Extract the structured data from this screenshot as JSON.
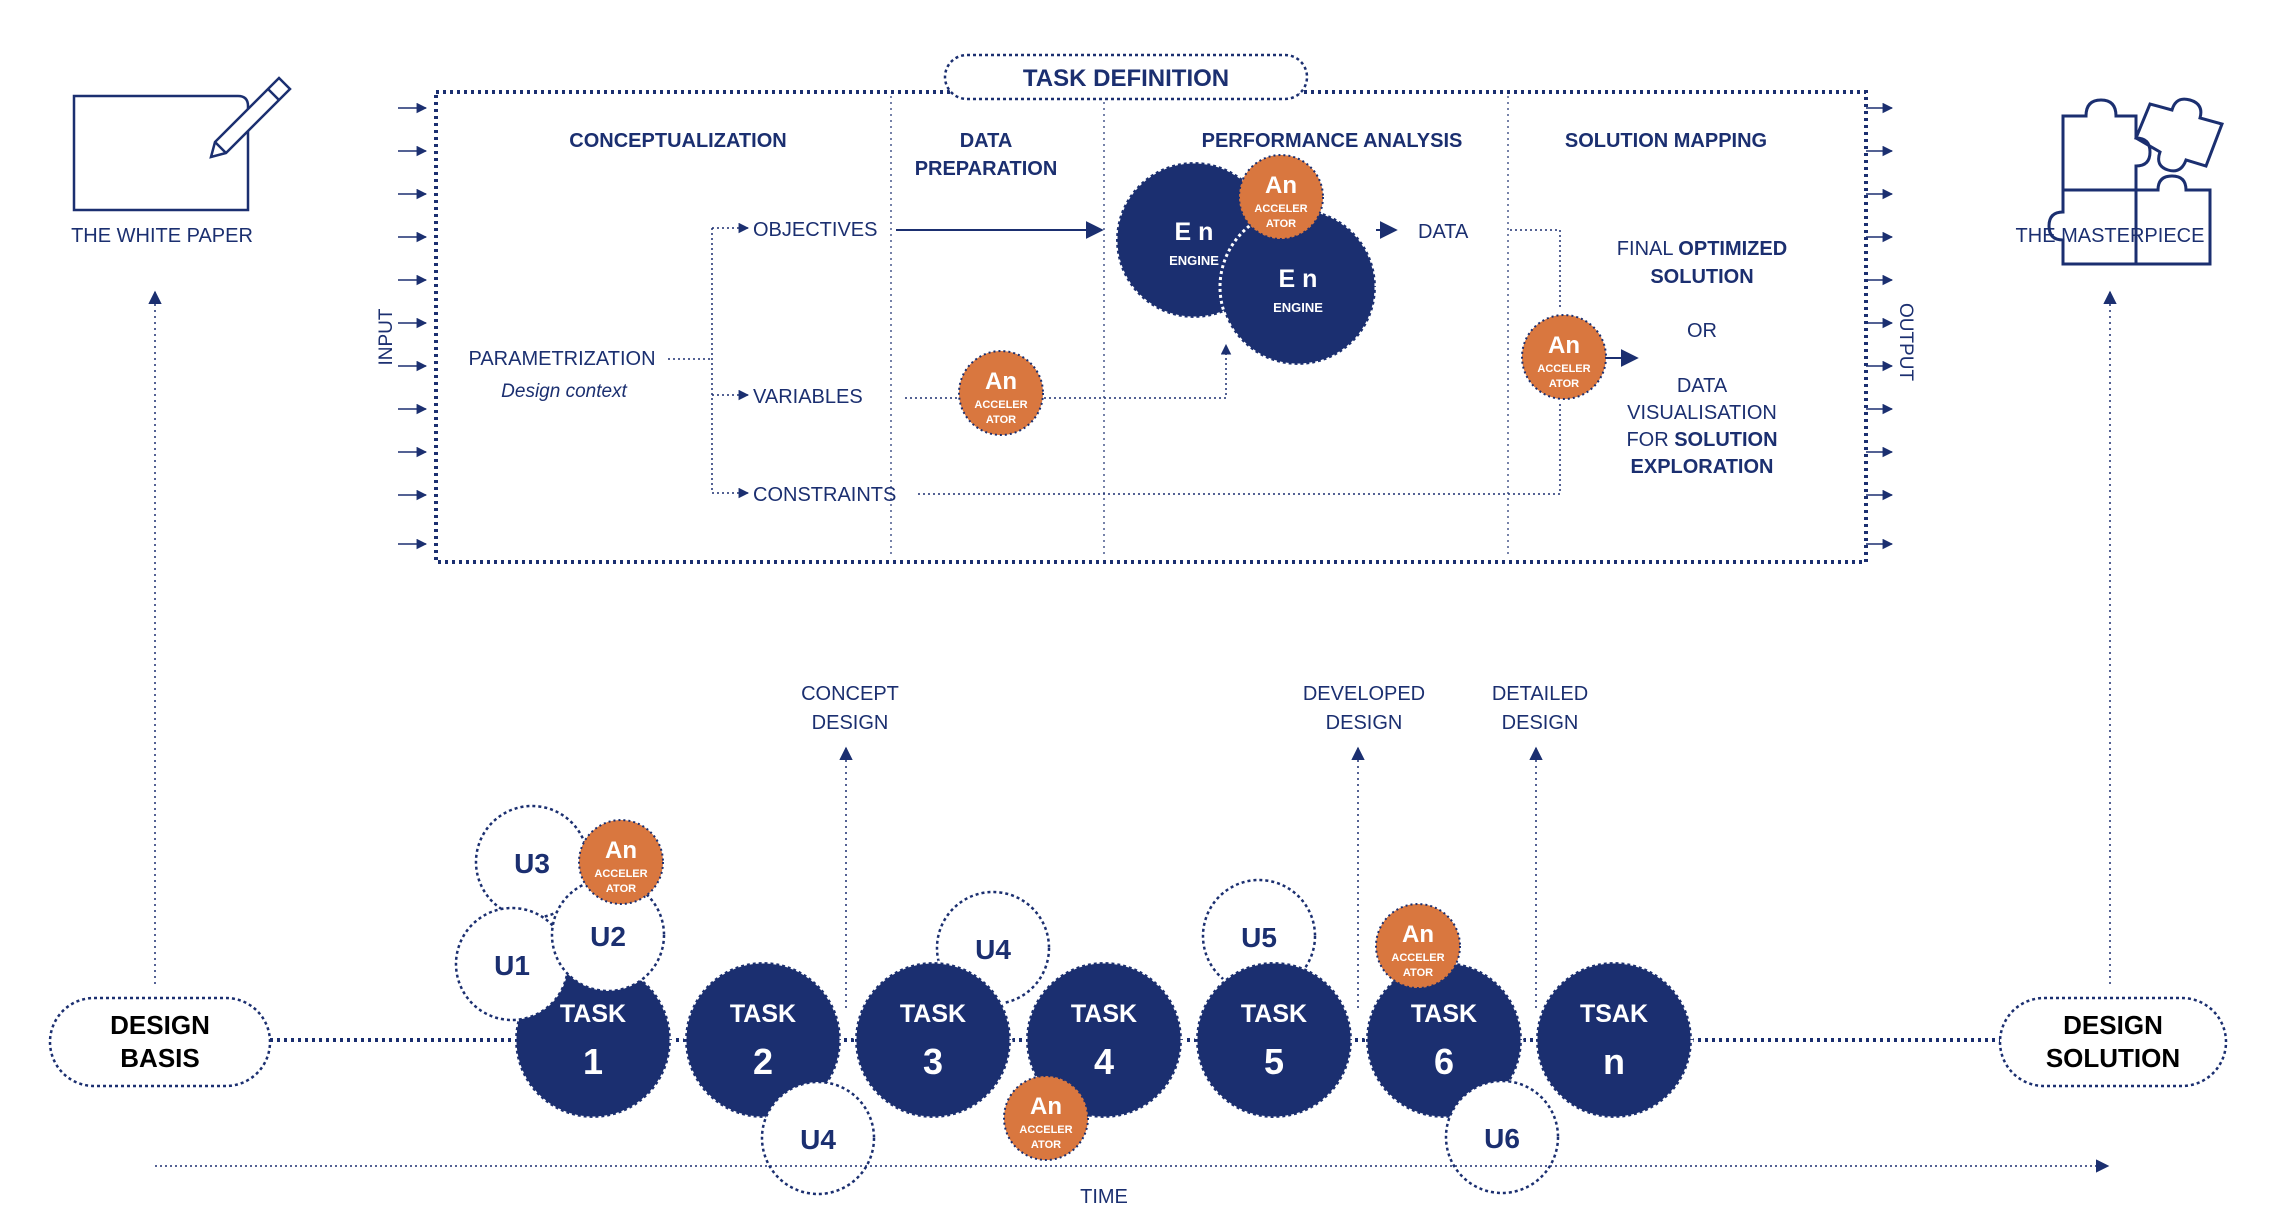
{
  "colors": {
    "navy": "#1b2f70",
    "orange": "#d9773f",
    "white": "#ffffff"
  },
  "task_definition": {
    "title": "TASK DEFINITION",
    "input_label": "INPUT",
    "output_label": "OUTPUT",
    "columns": {
      "conceptualization": "CONCEPTUALIZATION",
      "data_preparation": [
        "DATA",
        "PREPARATION"
      ],
      "performance_analysis": "PERFORMANCE ANALYSIS",
      "solution_mapping": "SOLUTION MAPPING"
    },
    "parametrization": "PARAMETRIZATION",
    "design_context": "Design context",
    "objectives": "OBJECTIVES",
    "variables": "VARIABLES",
    "constraints": "CONSTRAINTS",
    "data": "DATA",
    "final_solution": {
      "pre": "FINAL ",
      "bold": "OPTIMIZED",
      "line2": "SOLUTION"
    },
    "or": "OR",
    "visualisation": {
      "line1": "DATA",
      "line2": "VISUALISATION",
      "line3_pre": "FOR ",
      "line3_bold": "SOLUTION",
      "line4": "EXPLORATION"
    }
  },
  "engine": {
    "symbol": "E n",
    "label": "ENGINE"
  },
  "accelerator": {
    "symbol": "An",
    "line1": "ACCELER",
    "line2": "ATOR"
  },
  "left_item": {
    "label": "THE WHITE PAPER",
    "icon": "drawing-pad-pencil-icon"
  },
  "right_item": {
    "label": "THE MASTERPIECE",
    "icon": "puzzle-icon"
  },
  "design_basis": [
    "DESIGN",
    "BASIS"
  ],
  "design_solution": [
    "DESIGN",
    "SOLUTION"
  ],
  "milestones": {
    "concept": [
      "CONCEPT",
      "DESIGN"
    ],
    "developed": [
      "DEVELOPED",
      "DESIGN"
    ],
    "detailed": [
      "DETAILED",
      "DESIGN"
    ]
  },
  "time_label": "TIME",
  "tasks": [
    {
      "label": "TASK",
      "num": "1"
    },
    {
      "label": "TASK",
      "num": "2"
    },
    {
      "label": "TASK",
      "num": "3"
    },
    {
      "label": "TASK",
      "num": "4"
    },
    {
      "label": "TASK",
      "num": "5"
    },
    {
      "label": "TASK",
      "num": "6"
    },
    {
      "label": "TSAK",
      "num": "n"
    }
  ],
  "users": {
    "u3": "U3",
    "u2": "U2",
    "u1": "U1",
    "u4_top": "U4",
    "u5": "U5",
    "u4_bottom": "U4",
    "u6": "U6"
  }
}
